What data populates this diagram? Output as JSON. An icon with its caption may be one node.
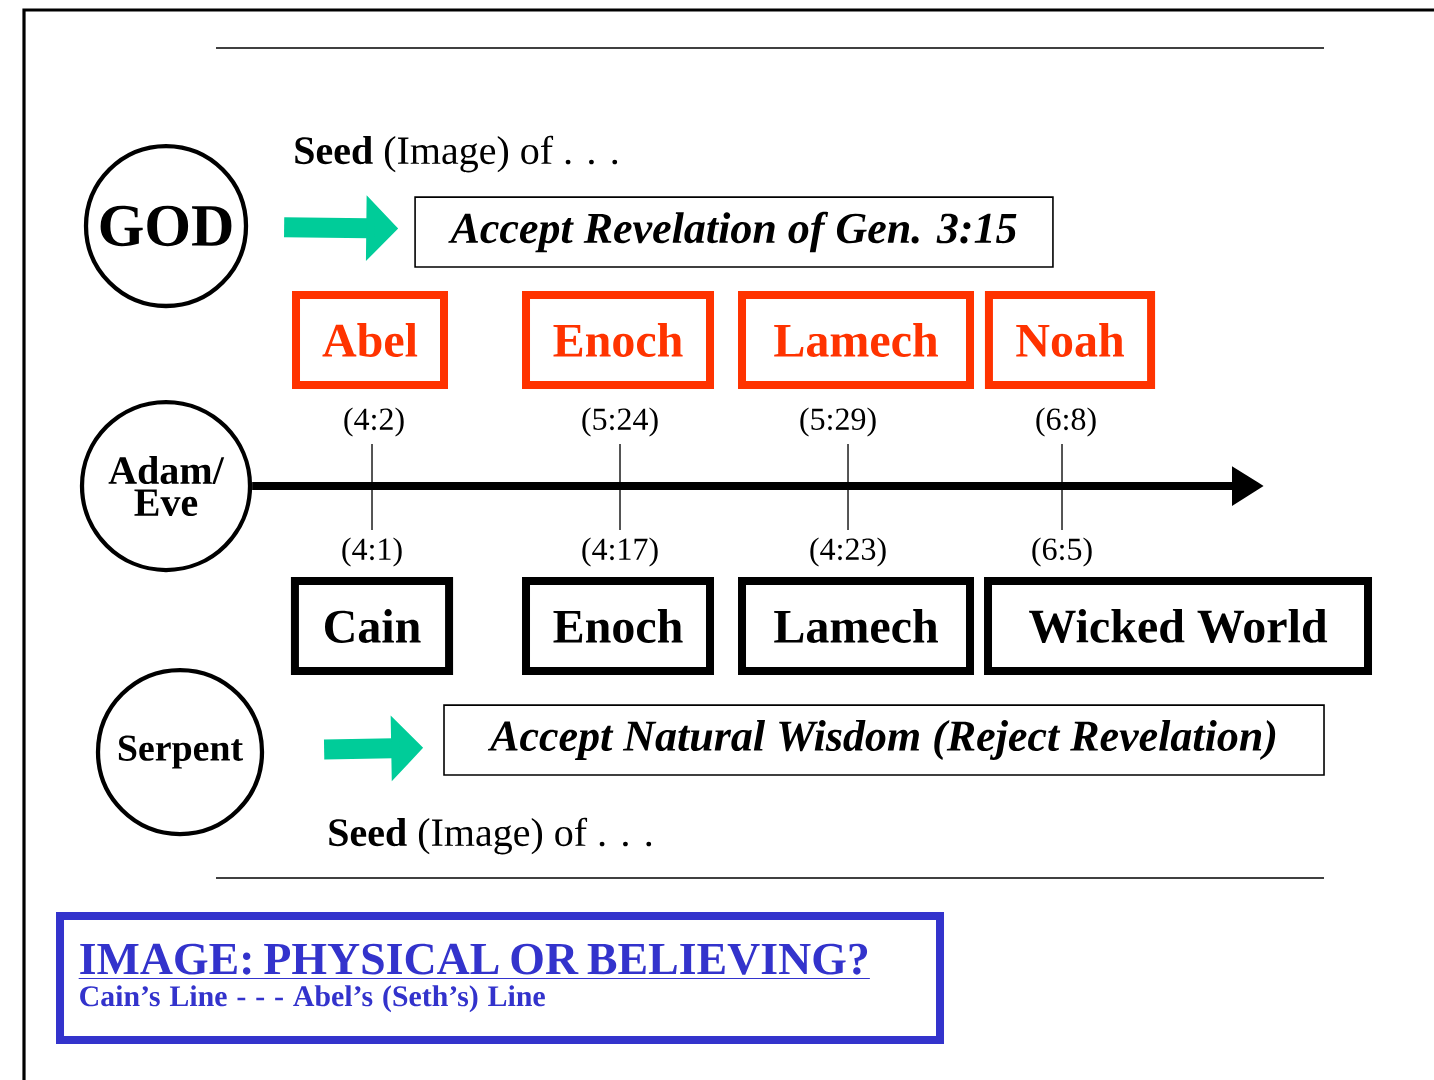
{
  "diagram": {
    "nodes": [
      {
        "text": [
          "GOD"
        ]
      },
      {
        "text": [
          "Accept Revelation of Gen. 3:15"
        ]
      },
      {
        "text": [
          "Abel"
        ]
      },
      {
        "text": [
          "Enoch"
        ]
      },
      {
        "text": [
          "Lamech"
        ]
      },
      {
        "text": [
          "Noah"
        ]
      },
      {
        "text": [
          "Adam/ Eve"
        ]
      },
      {
        "text": [
          "Cain"
        ]
      },
      {
        "text": [
          "Enoch"
        ]
      },
      {
        "text": [
          "Lamech"
        ]
      },
      {
        "text": [
          "Wicked World"
        ]
      },
      {
        "text": [
          "Serpent"
        ]
      },
      {
        "text": [
          "Accept Natural Wisdom (Reject Revelation)"
        ]
      },
      {
        "text": [
          "IMAGE:  PHYSICAL OR BELIEVING?",
          "Cain’s Line - - - Abel’s (Seth’s) Line"
        ]
      }
    ],
    "edges": [
      {
        "from": 0,
        "to": 1,
        "arrow": "to",
        "color": "#00cc99"
      },
      {
        "from": 6,
        "to": null,
        "arrow": "to",
        "color": "#000000"
      },
      {
        "from": 11,
        "to": 12,
        "arrow": "to",
        "color": "#00cc99"
      }
    ],
    "labels": [
      "**Seed** (Image) of . . .",
      "(4:2)",
      "(5:24)",
      "(5:29)",
      "(6:8)",
      "(4:1)",
      "(4:17)",
      "(4:23)",
      "(6:5)",
      "**Seed** (Image) of . . ."
    ]
  }
}
